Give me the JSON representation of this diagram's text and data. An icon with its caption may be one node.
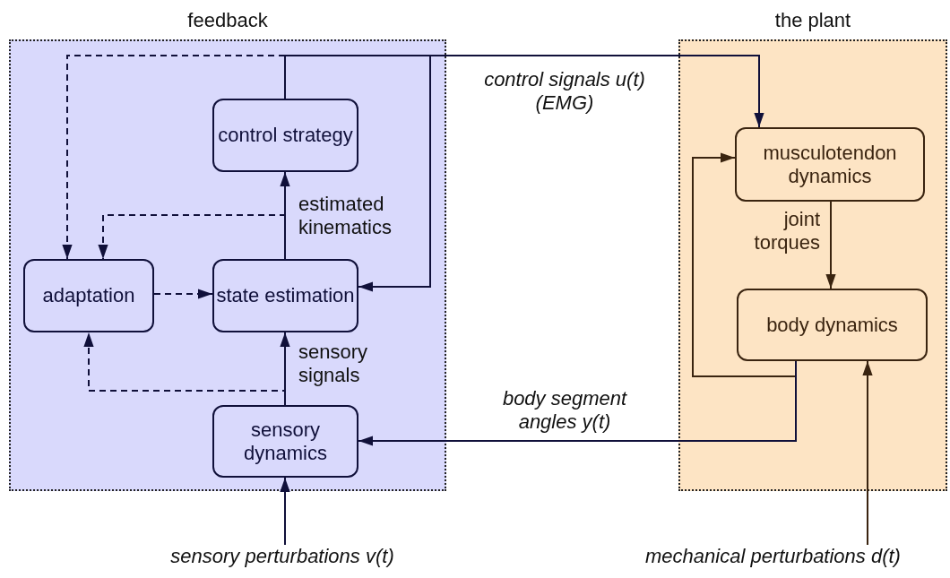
{
  "diagram": {
    "nodes": [
      {
        "text": [
          "feedback"
        ]
      },
      {
        "text": [
          "control strategy"
        ],
        "in": 0
      },
      {
        "text": [
          "adaptation"
        ],
        "in": 0
      },
      {
        "text": [
          "state estimation"
        ],
        "in": 0
      },
      {
        "text": [
          "sensory dynamics"
        ],
        "in": 0
      },
      {
        "text": [
          "the plant"
        ]
      },
      {
        "text": [
          "musculotendon dynamics"
        ],
        "in": 5
      },
      {
        "text": [
          "body dynamics"
        ],
        "in": 5
      },
      {
        "text": [
          "sensory perturbations v(t)"
        ]
      },
      {
        "text": [
          "mechanical perturbations d(t)"
        ]
      }
    ],
    "edges": [
      {
        "from": 1,
        "to": 6,
        "arrow": "to",
        "label": "control signals u(t) (EMG)"
      },
      {
        "from": 1,
        "to": 2,
        "arrow": "to",
        "style": "dashed"
      },
      {
        "from": 1,
        "to": 3,
        "arrow": "to"
      },
      {
        "from": 3,
        "to": 1,
        "arrow": "to",
        "label": "estimated kinematics"
      },
      {
        "from": 3,
        "to": 2,
        "arrow": "to",
        "style": "dashed"
      },
      {
        "from": 2,
        "to": 3,
        "arrow": "to",
        "style": "dashed"
      },
      {
        "from": 4,
        "to": 3,
        "arrow": "to",
        "label": "sensory signals"
      },
      {
        "from": 4,
        "to": 2,
        "arrow": "to",
        "style": "dashed"
      },
      {
        "from": 6,
        "to": 7,
        "arrow": "to",
        "label": "joint torques",
        "color": "#3a2410"
      },
      {
        "from": 7,
        "to": 6,
        "arrow": "to",
        "color": "#3a2410"
      },
      {
        "from": 7,
        "to": 4,
        "arrow": "to",
        "label": "body segment angles y(t)"
      },
      {
        "from": 8,
        "to": 4,
        "arrow": "to"
      },
      {
        "from": 9,
        "to": 7,
        "arrow": "to",
        "color": "#3a2410"
      }
    ]
  }
}
